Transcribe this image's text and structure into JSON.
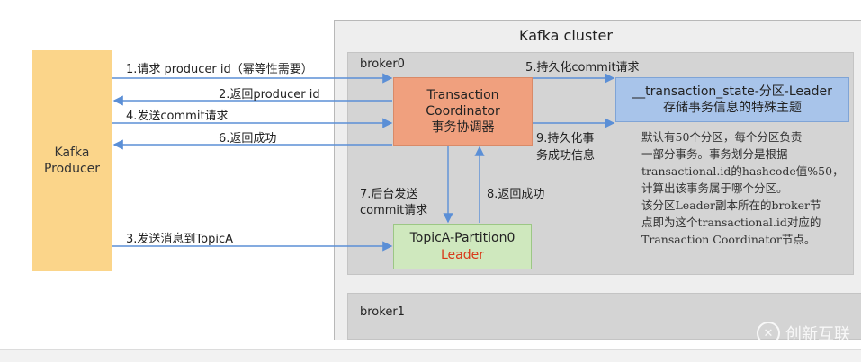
{
  "cluster": {
    "title": "Kafka cluster"
  },
  "brokers": {
    "broker0": "broker0",
    "broker1": "broker1"
  },
  "producer": {
    "line1": "Kafka",
    "line2": "Producer"
  },
  "coordinator": {
    "line1": "Transaction",
    "line2": "Coordinator",
    "line3": "事务协调器"
  },
  "topic_partition": {
    "name": "TopicA-Partition0",
    "role": "Leader"
  },
  "transaction_state": {
    "line1": "__transaction_state-分区-Leader",
    "line2": "存储事务信息的特殊主题"
  },
  "steps": {
    "s1": "1.请求 producer id（幂等性需要）",
    "s2": "2.返回producer id",
    "s3": "3.发送消息到TopicA",
    "s4": "4.发送commit请求",
    "s5": "5.持久化commit请求",
    "s6": "6.返回成功",
    "s7a": "7.后台发送",
    "s7b": "commit请求",
    "s8": "8.返回成功",
    "s9a": "9.持久化事",
    "s9b": "务成功信息"
  },
  "note": [
    "默认有50个分区，每个分区负责",
    "一部分事务。事务划分是根据",
    "transactional.id的hashcode值%50，",
    "计算出该事务属于哪个分区。",
    "该分区Leader副本所在的broker节",
    "点即为这个transactional.id对应的",
    "Transaction Coordinator节点。"
  ],
  "watermark": {
    "text": "创新互联"
  },
  "colors": {
    "producer": "#fbd58a",
    "coordinator": "#f0a07e",
    "topic": "#cfe8be",
    "transaction_state": "#a8c4ea",
    "arrow": "#5b8fd6",
    "leader_text": "#d83a1a"
  }
}
